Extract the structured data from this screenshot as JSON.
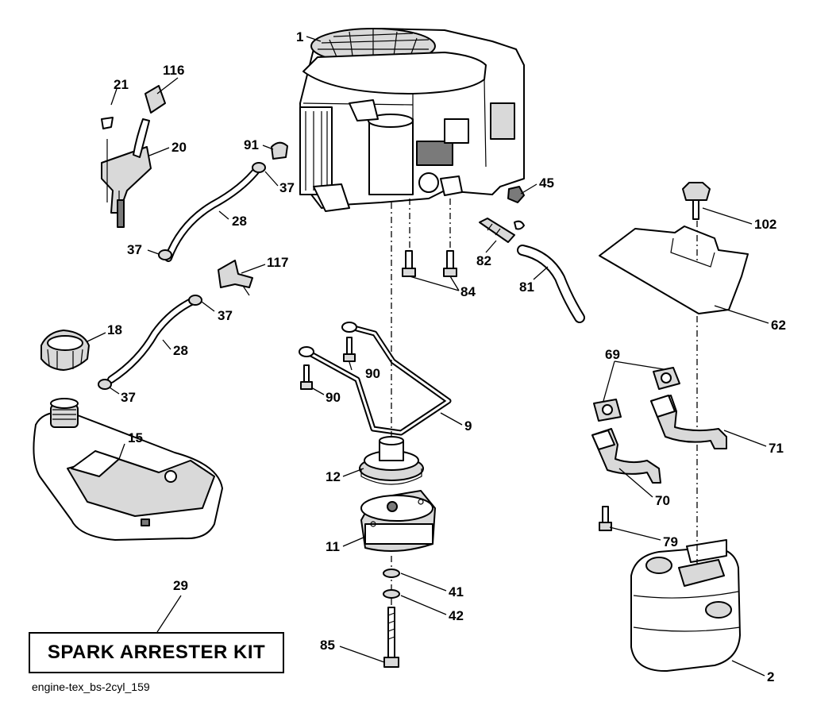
{
  "diagram": {
    "footer_id": "engine-tex_bs-2cyl_159",
    "kit_label": "SPARK ARRESTER KIT",
    "callouts": {
      "c1": "1",
      "c2": "2",
      "c9": "9",
      "c11": "11",
      "c12": "12",
      "c15": "15",
      "c18": "18",
      "c20": "20",
      "c21": "21",
      "c28a": "28",
      "c28b": "28",
      "c29": "29",
      "c37a": "37",
      "c37b": "37",
      "c37c": "37",
      "c37d": "37",
      "c41": "41",
      "c42": "42",
      "c45": "45",
      "c62": "62",
      "c69": "69",
      "c70": "70",
      "c71": "71",
      "c79": "79",
      "c81": "81",
      "c82": "82",
      "c84": "84",
      "c85": "85",
      "c90a": "90",
      "c90b": "90",
      "c91": "91",
      "c102": "102",
      "c116": "116",
      "c117": "117"
    }
  }
}
